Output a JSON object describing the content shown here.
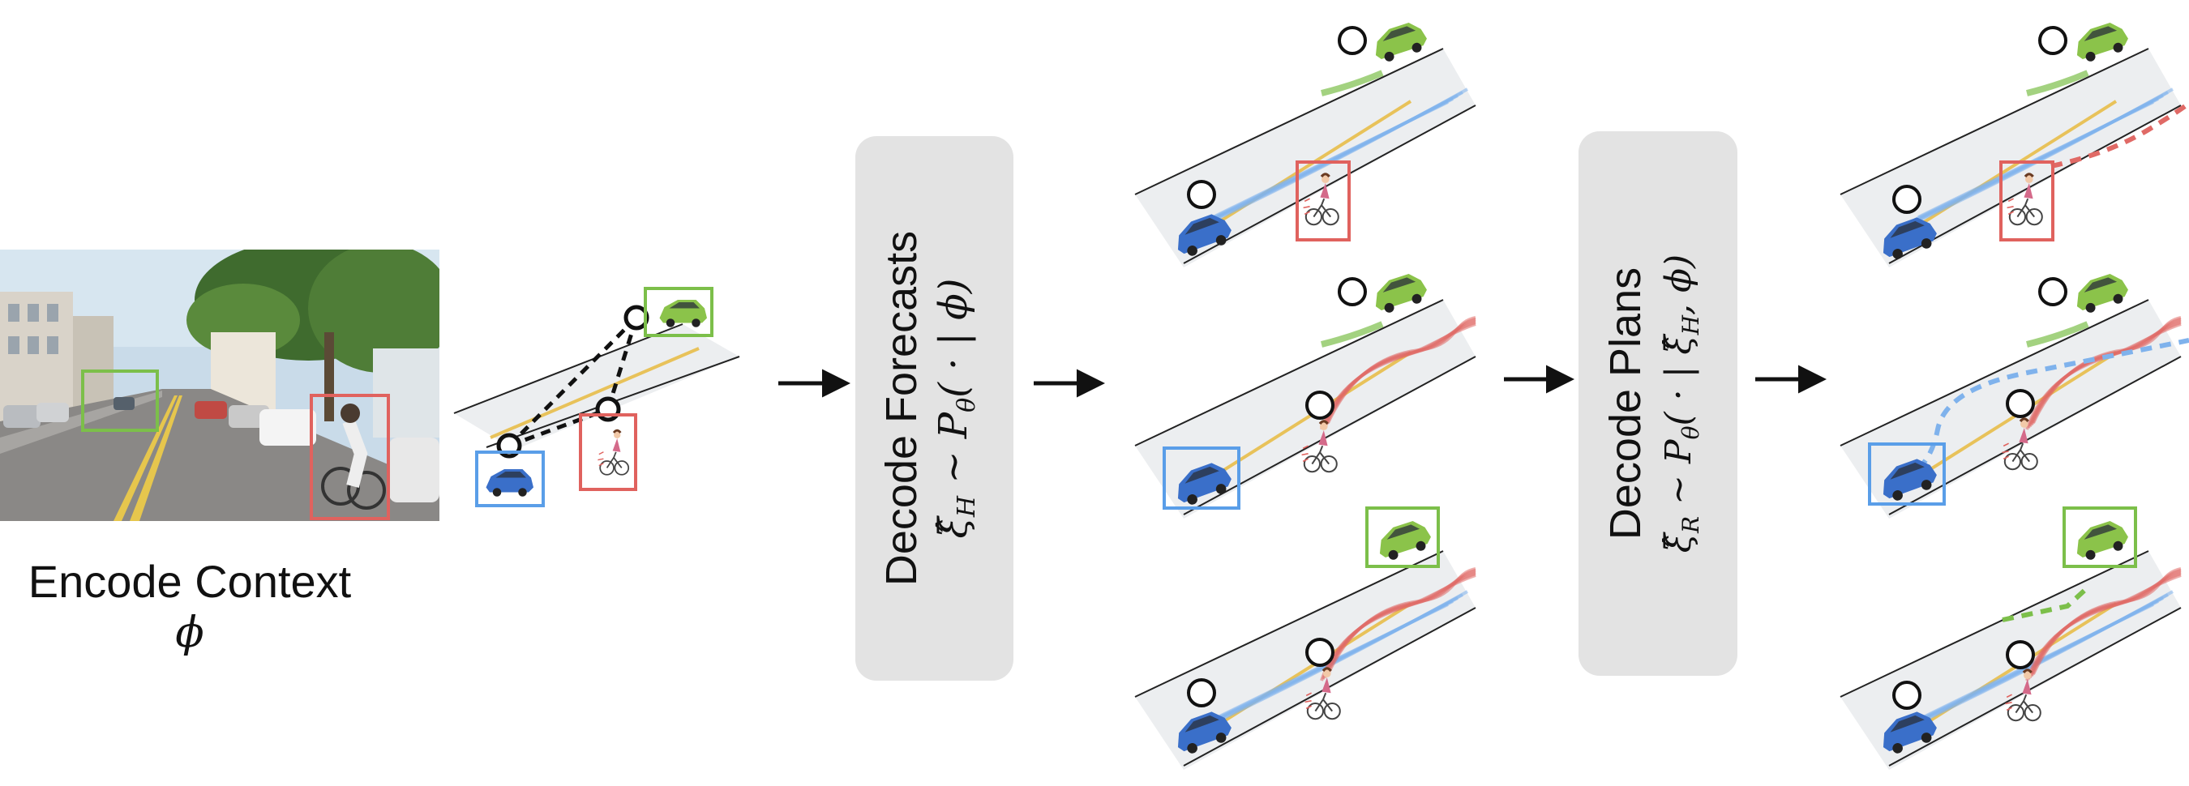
{
  "encode": {
    "label": "Encode Context",
    "symbol": "ϕ"
  },
  "forecasts": {
    "label": "Decode Forecasts",
    "formula": "ξ̂_H ~ P_θ( · | ϕ)",
    "formula_main": "ξ̂",
    "formula_sub": "H",
    "formula_rest": " ~ P",
    "formula_sub2": "θ",
    "formula_tail": "( · | ϕ)"
  },
  "plans": {
    "label": "Decode Plans",
    "formula": "ξ̂_R ~ P_θ( · | ξ̂_H, ϕ)",
    "formula_main": "ξ̂",
    "formula_sub": "R",
    "formula_rest": " ~ P",
    "formula_sub2": "θ",
    "formula_mid": "( · | ξ̂",
    "formula_sub3": "H",
    "formula_tail": ", ϕ)"
  },
  "colors": {
    "ego": "#5a9ee8",
    "car_green": "#7cbf4a",
    "cyclist": "#e0625e",
    "panel": "#e3e3e3",
    "lane": "#e8c25a",
    "road": "#eceef0",
    "forecast_blue": "#7fb2ec",
    "forecast_red": "#e06a66",
    "forecast_green": "#7cbf4a"
  },
  "icons": {
    "arrow": "right-arrow-icon",
    "ego_car": "blue-car-icon",
    "other_car": "green-car-icon",
    "cyclist": "cyclist-icon",
    "scene_photo": "street-photo"
  }
}
